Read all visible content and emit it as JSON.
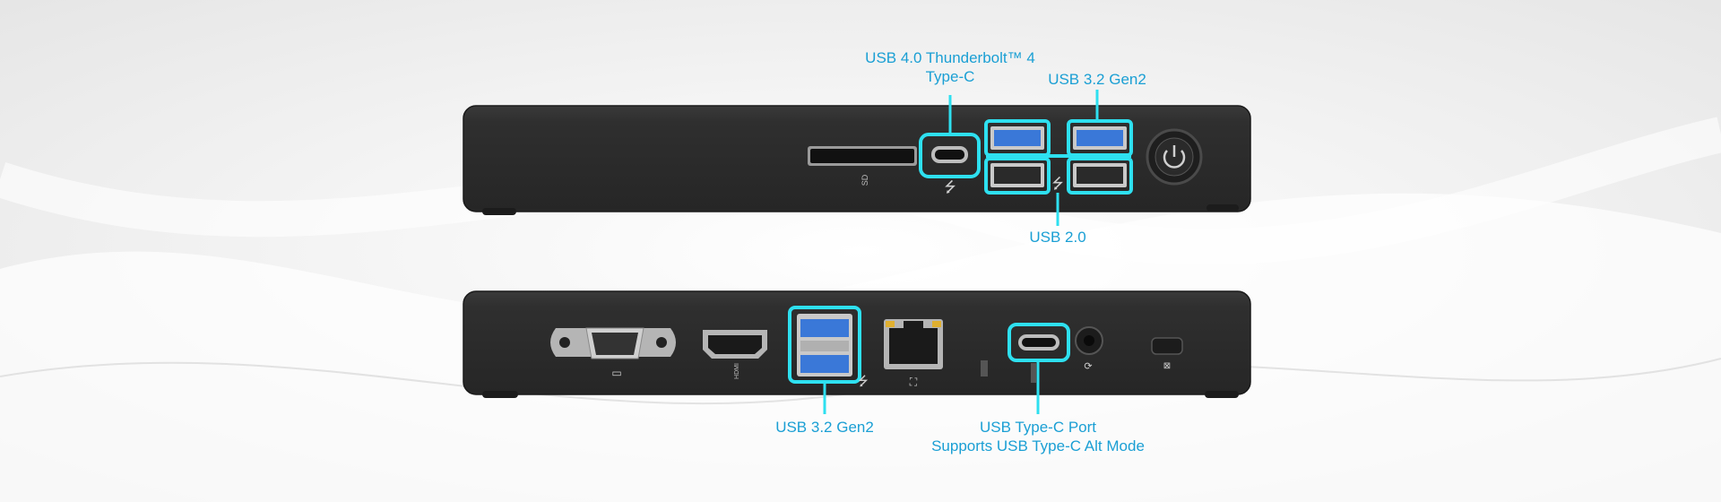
{
  "callouts": {
    "thunderbolt_line1": "USB 4.0 Thunderbolt™ 4",
    "thunderbolt_line2": "Type-C",
    "usb32_front": "USB 3.2 Gen2",
    "usb20": "USB 2.0",
    "usb32_back": "USB 3.2 Gen2",
    "typec_line1": "USB Type-C Port",
    "typec_line2": "Supports USB Type-C Alt Mode"
  },
  "port_markings": {
    "hdmi": "HDMI",
    "sd": "SD"
  },
  "colors": {
    "highlight": "#2ee0f0",
    "label": "#1a9fd4",
    "chassis": "#2b2b2b",
    "usb3_blue": "#3a78d8"
  }
}
